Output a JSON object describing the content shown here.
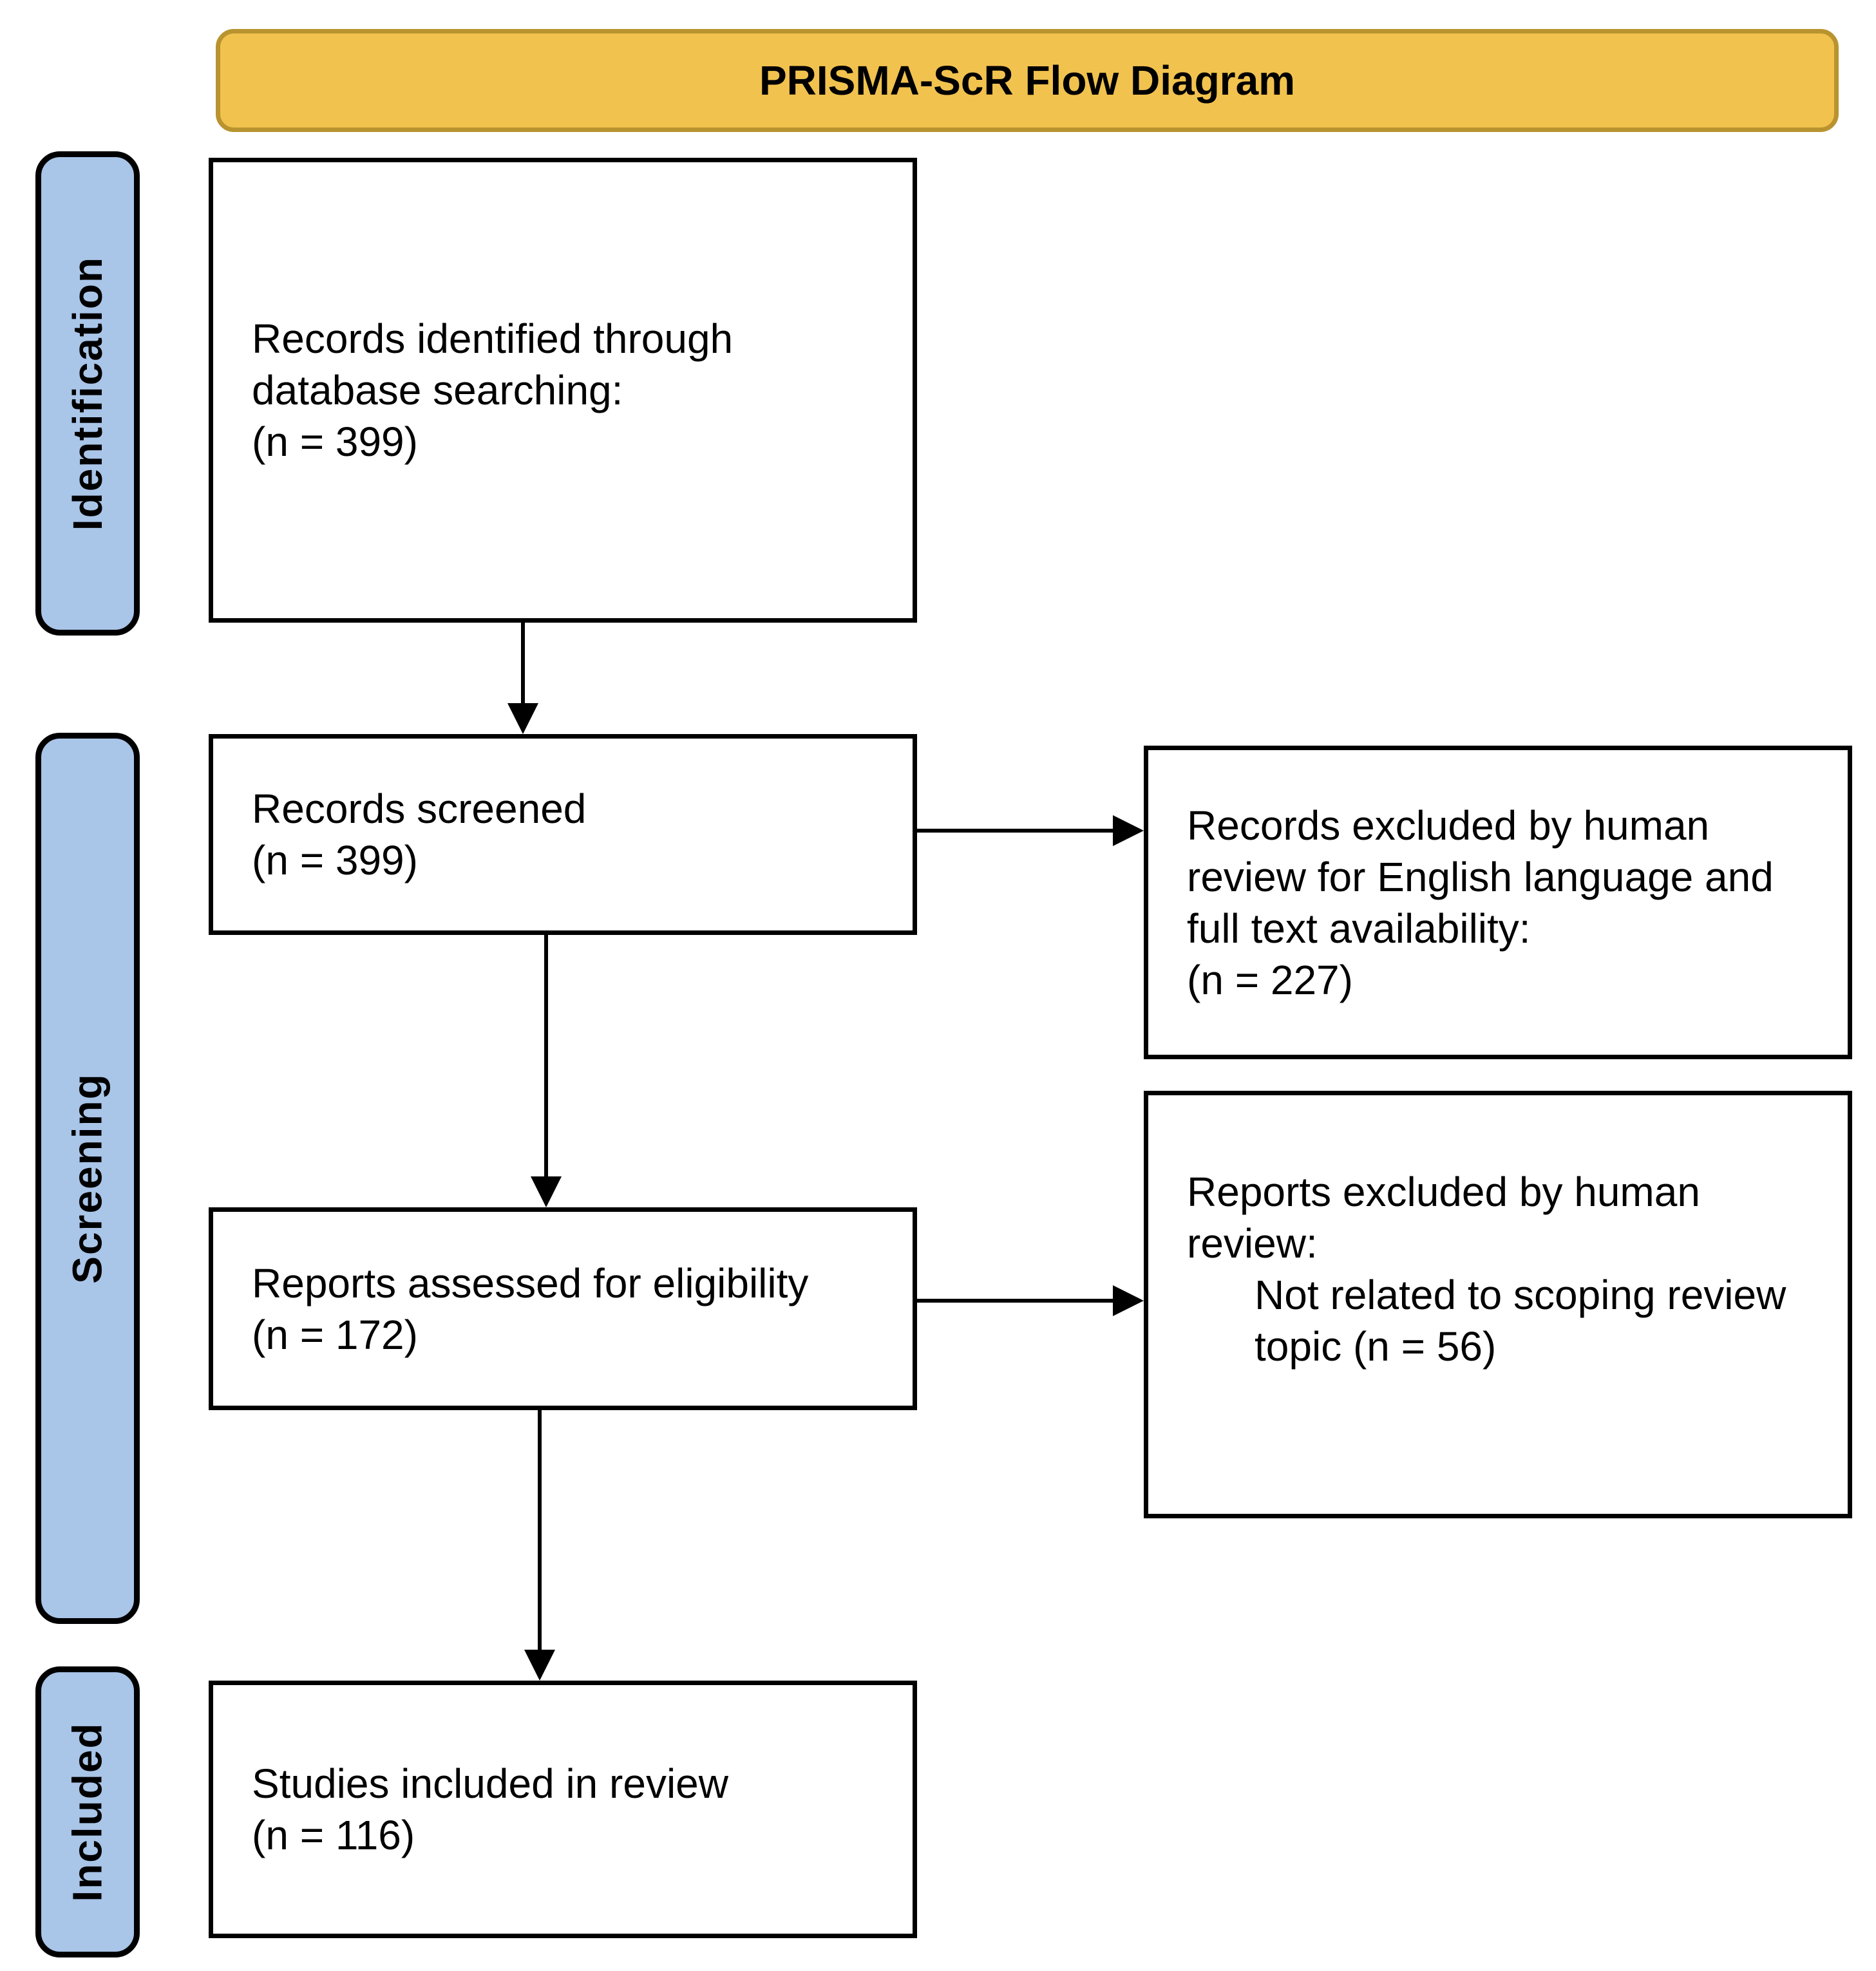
{
  "title": "PRISMA-ScR Flow Diagram",
  "colors": {
    "banner_fill": "#F2C24E",
    "banner_border": "#B8932F",
    "stage_fill": "#A9C5E8",
    "stage_border": "#000000",
    "box_border": "#000000",
    "box_fill": "#FFFFFF",
    "text": "#000000"
  },
  "stages": [
    {
      "label": "Identification"
    },
    {
      "label": "Screening"
    },
    {
      "label": "Included"
    }
  ],
  "main_boxes": [
    {
      "lines": [
        "Records identified through",
        "database searching:",
        "(n = 399)"
      ]
    },
    {
      "lines": [
        "Records screened",
        "(n = 399)"
      ]
    },
    {
      "lines": [
        "Reports assessed for eligibility",
        "(n = 172)"
      ]
    },
    {
      "lines": [
        "Studies included in review",
        "(n = 116)"
      ]
    }
  ],
  "side_boxes": [
    {
      "lines": [
        "Records excluded by human",
        "review for English language and",
        "full text availability:",
        "(n = 227)"
      ]
    },
    {
      "lines": [
        "Reports excluded by human",
        "review:"
      ],
      "indented_lines": [
        "Not related to scoping review",
        "topic (n = 56)"
      ]
    }
  ]
}
